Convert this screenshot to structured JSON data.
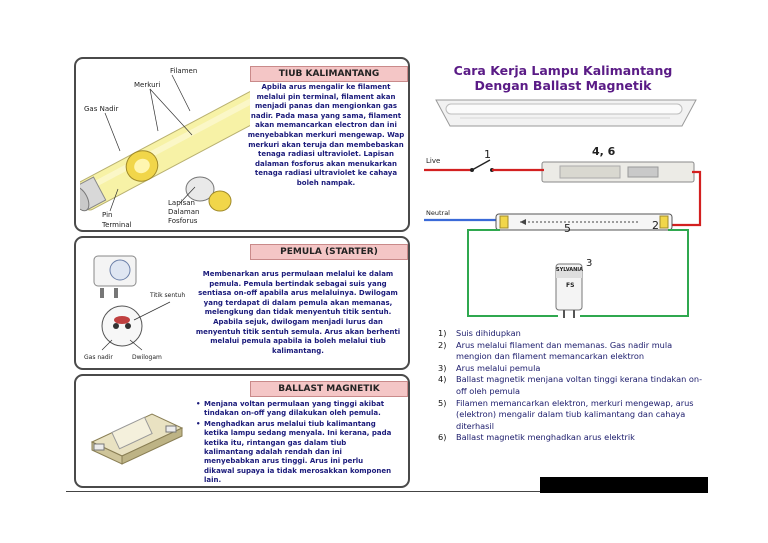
{
  "panel_tiub": {
    "title": "TIUB KALIMANTANG",
    "text": "Apbila arus mengalir ke filament melalui pin terminal, filament akan menjadi panas dan mengionkan gas nadir. Pada masa yang sama, filament akan memancarkan electron dan ini menyebabkan merkuri mengewap. Wap merkuri akan teruja dan membebaskan tenaga radiasi ultraviolet. Lapisan dalaman fosforus akan menukarkan tenaga radiasi ultraviolet ke cahaya boleh nampak.",
    "labels": {
      "filamen": "Filamen",
      "merkuri": "Merkuri",
      "gas_nadir": "Gas Nadir",
      "lapisan": "Lapisan",
      "dalaman": "Dalaman",
      "fosforus": "Fosforus",
      "pin": "Pin",
      "terminal": "Terminal"
    }
  },
  "panel_pemula": {
    "title": "PEMULA (STARTER)",
    "text": "Membenarkan arus permulaan melalui ke dalam pemula. Pemula bertindak sebagai suis yang sentiasa on-off apabila arus melaluinya. Dwilogam yang terdapat di dalam pemula akan memanas, melengkung dan tidak menyentuh titik sentuh. Apabila sejuk, dwilogam menjadi lurus dan menyentuh titik sentuh semula. Arus akan berhenti melalui pemula apabila ia boleh melalui tiub kalimantang.",
    "labels": {
      "titik_sentuh": "Titik sentuh",
      "gas_nadir": "Gas nadir",
      "dwilogam": "Dwilogam"
    }
  },
  "panel_ballast": {
    "title": "BALLAST MAGNETIK",
    "bullets": [
      "Menjana voltan permulaan yang tinggi akibat tindakan on-off yang dilakukan oleh pemula.",
      "Menghadkan arus melalui tiub kalimantang ketika lampu sedang menyala. Ini kerana, pada ketika itu, rintangan gas dalam tiub kalimantang adalah rendah dan ini menyebabkan arus tinggi. Arus ini perlu dikawal supaya ia tidak merosakkan komponen lain."
    ]
  },
  "main_title": {
    "line1": "Cara Kerja Lampu Kalimantang",
    "line2": "Dengan Ballast Magnetik"
  },
  "circuit": {
    "live": "Live",
    "neutral": "Neutral",
    "n1": "1",
    "n2": "2",
    "n3": "3",
    "n46": "4, 6",
    "n5": "5",
    "starter_brand": "SYLVANIA",
    "starter_model": "FS"
  },
  "steps": [
    {
      "num": "1)",
      "text": "Suis dihidupkan"
    },
    {
      "num": "2)",
      "text": "Arus melalui filament dan memanas. Gas nadir mula mengion dan filament memancarkan elektron"
    },
    {
      "num": "3)",
      "text": "Arus melalui pemula"
    },
    {
      "num": "4)",
      "text": "Ballast magnetik menjana voltan tinggi kerana tindakan on-off oleh pemula"
    },
    {
      "num": "5)",
      "text": "Filamen memancarkan elektron, merkuri mengewap, arus (elektron) mengalir dalam tiub kalimantang dan cahaya diterhasil"
    },
    {
      "num": "6)",
      "text": "Ballast magnetik menghadkan arus elektrik"
    }
  ],
  "colors": {
    "panel_title_bg": "#f4c6c6",
    "title_purple": "#5a1b86",
    "text_blue": "#1a1a7a",
    "wire_red": "#d32020",
    "wire_green": "#2fa84f",
    "wire_blue": "#3a6ad8"
  }
}
